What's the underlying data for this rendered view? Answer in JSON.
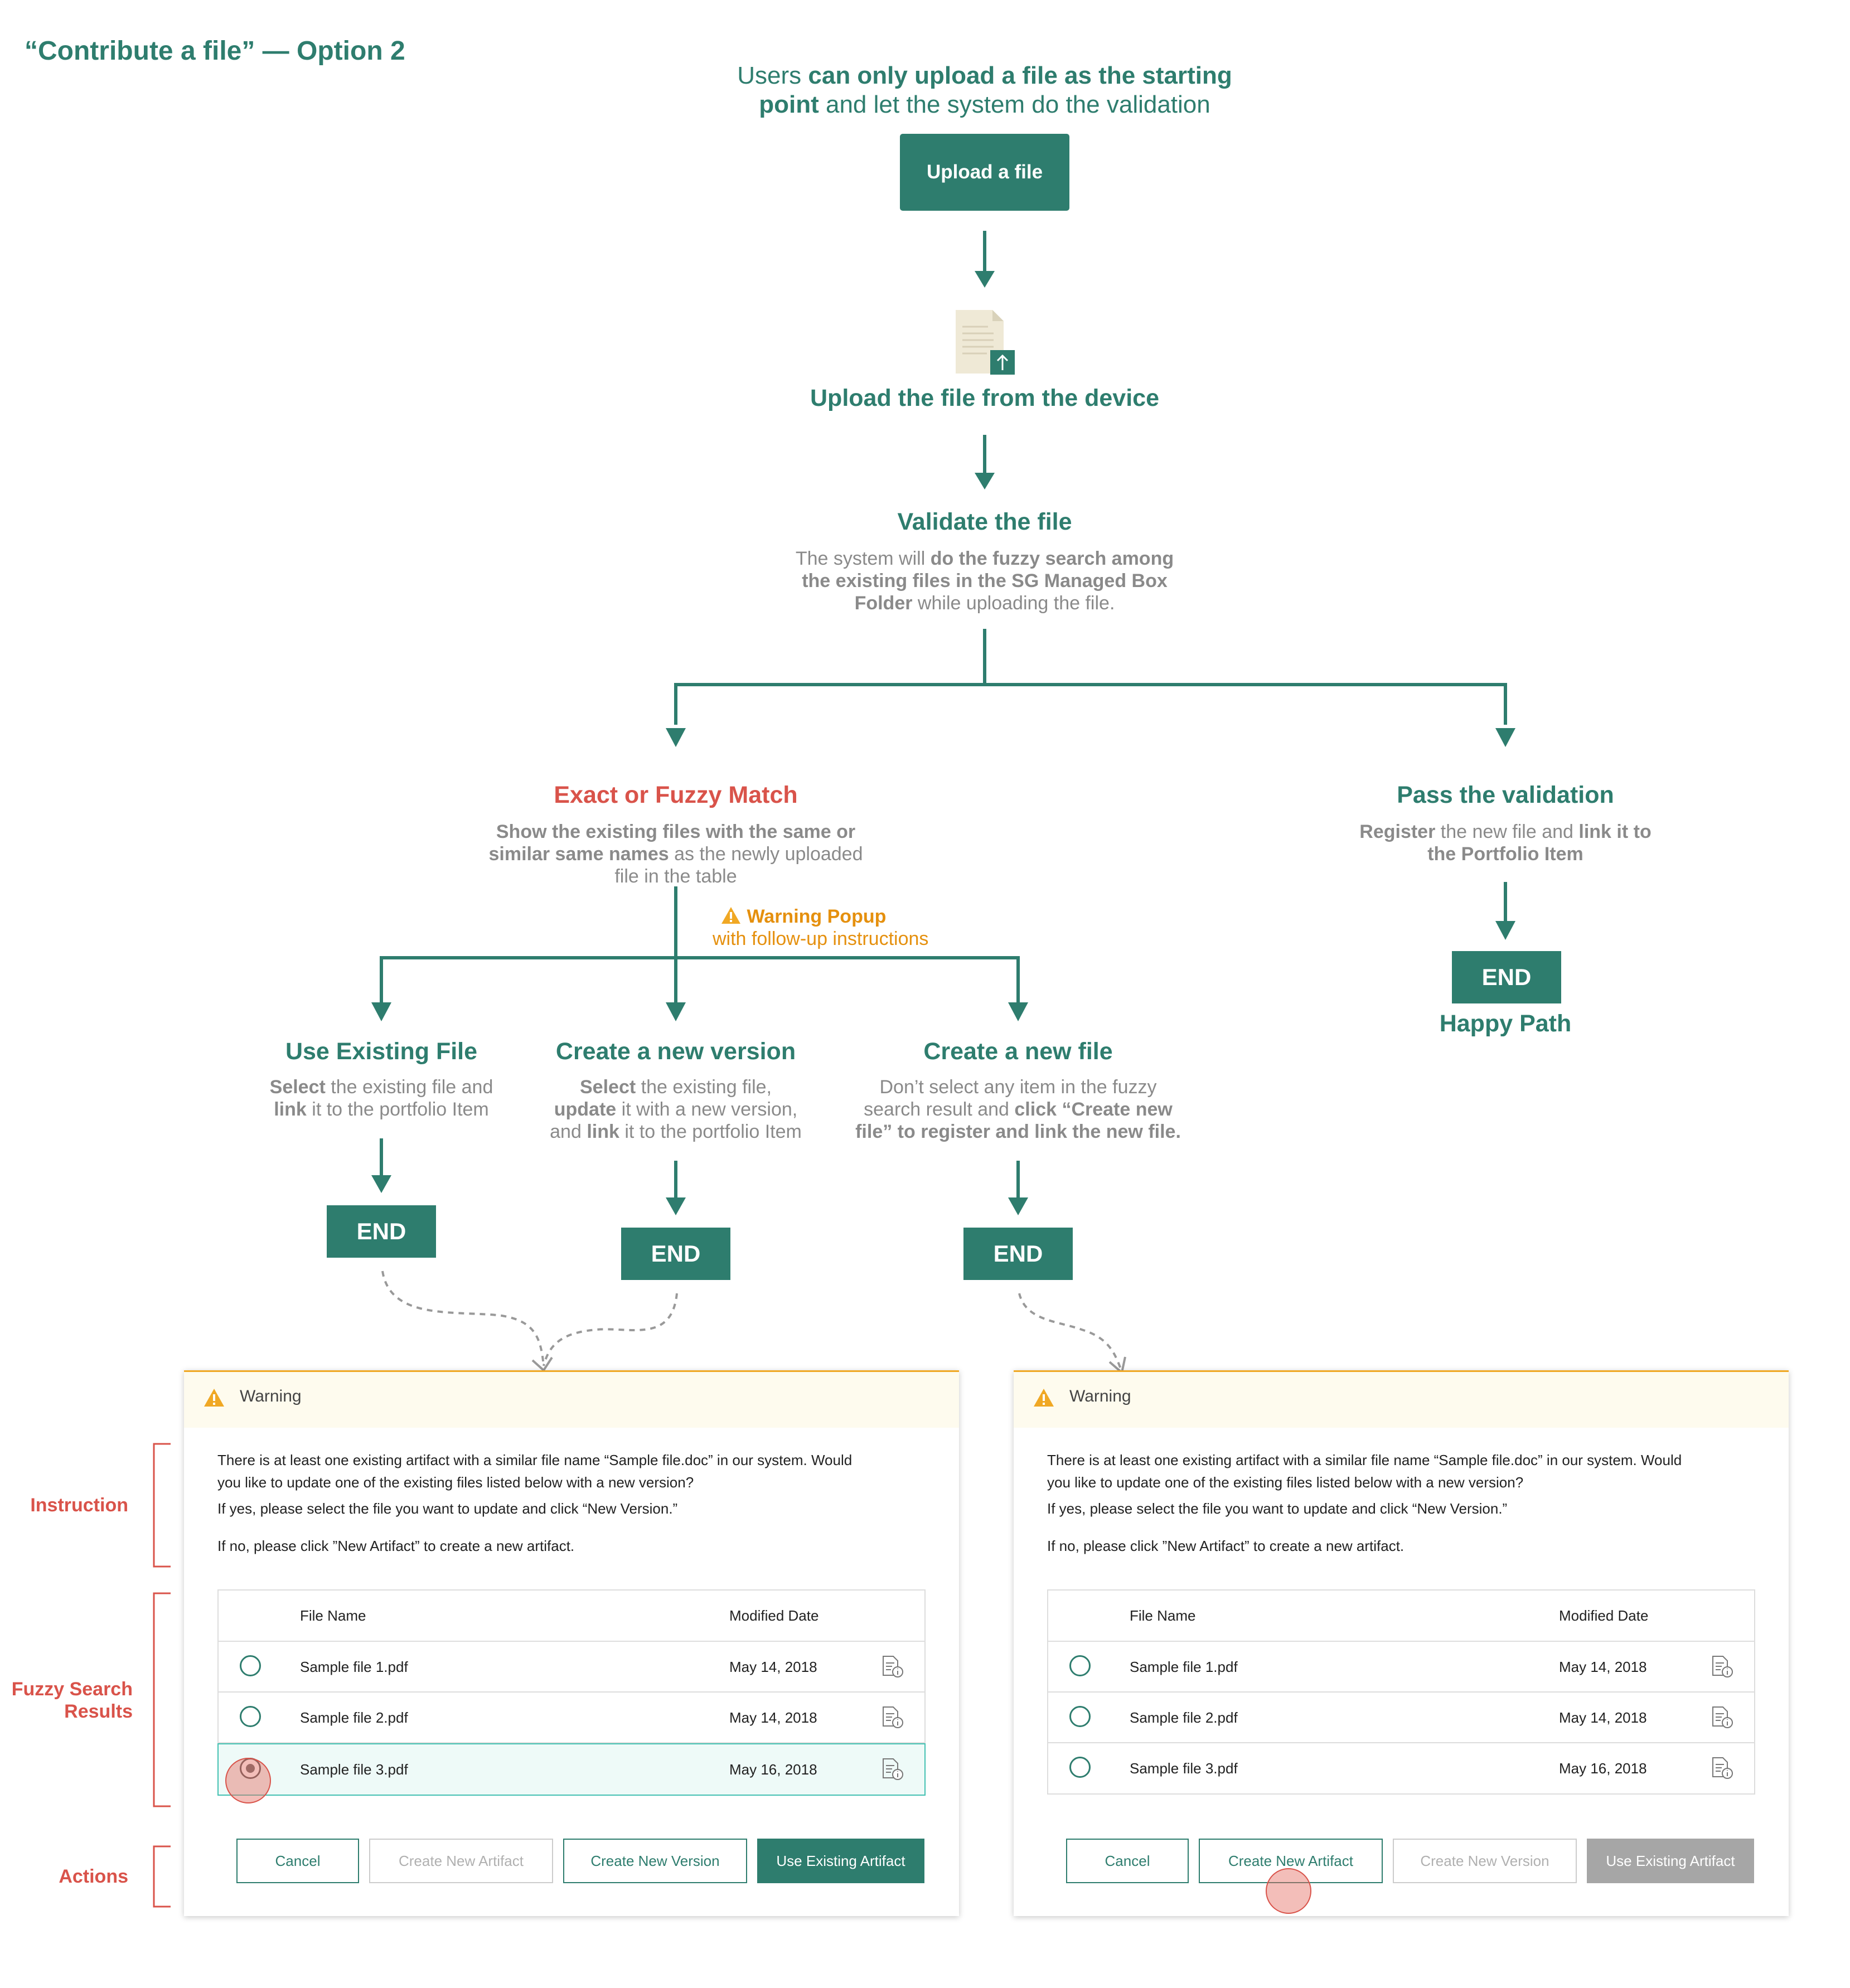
{
  "page_title": "“Contribute a file” — Option 2",
  "intro": {
    "line1_pre": "Users ",
    "line1_bold": "can only upload a file as the starting",
    "line2_bold": "point",
    "line2_post": " and let the system do the validation"
  },
  "upload_button": "Upload a file",
  "step_upload_device": "Upload the file from the device",
  "validate": {
    "title": "Validate the file",
    "d1": "The system will ",
    "d1b": "do the fuzzy search among",
    "d2b": "the existing files in the SG Managed Box",
    "d3b": "Folder",
    "d3": " while uploading the file."
  },
  "match": {
    "title": "Exact or Fuzzy Match",
    "d1b": "Show the existing files with the same or",
    "d2b": "similar same names",
    "d2": " as the newly uploaded",
    "d3": "file in the table"
  },
  "warning_popup": {
    "title": "Warning Popup",
    "subtitle": "with follow-up instructions"
  },
  "pass": {
    "title": "Pass the validation",
    "d1b_a": "Register",
    "d1": " the new file and ",
    "d1b_b": "link it to",
    "d2b": "the Portfolio Item"
  },
  "end_label": "END",
  "happy_path": "Happy Path",
  "use_existing": {
    "title": "Use Existing File",
    "d1b": "Select",
    "d1": " the existing file and",
    "d2b": "link",
    "d2": " it to the portfolio Item"
  },
  "new_version": {
    "title": "Create a new version",
    "d1b": "Select",
    "d1": " the existing file,",
    "d2b": "update",
    "d2": " it with a new version,",
    "d3a": "and ",
    "d3b": "link",
    "d3": " it to the portfolio Item"
  },
  "new_file": {
    "title": "Create a new file",
    "d1": "Don’t select any item in the fuzzy",
    "d2": "search result and ",
    "d2b": "click “Create new",
    "d3b": "file” to register and link the new file."
  },
  "side_labels": {
    "instruction": "Instruction",
    "fuzzy_1": "Fuzzy Search",
    "fuzzy_2": "Results",
    "actions": "Actions"
  },
  "dialog": {
    "title": "Warning",
    "para1a": "There is at least one existing artifact with a similar file name “Sample file.doc” in our system. Would",
    "para1b": "you like to update one of the existing files listed below with a new version?",
    "para2": "If yes, please select the file you want to update and click “New Version.”",
    "para3": "If no, please click ”New Artifact” to create a new artifact.",
    "col_name": "File Name",
    "col_date": "Modified Date",
    "rows": [
      {
        "name": "Sample file 1.pdf",
        "date": "May 14, 2018"
      },
      {
        "name": "Sample file 2.pdf",
        "date": "May 14, 2018"
      },
      {
        "name": "Sample file 3.pdf",
        "date": "May 16, 2018"
      }
    ],
    "btn_cancel": "Cancel",
    "btn_new_artifact": "Create New Artifact",
    "btn_new_version": "Create New Version",
    "btn_use_existing": "Use Existing Artifact"
  },
  "colors": {
    "teal": "#2e7d6e",
    "red": "#d9534a",
    "orange": "#e5900e",
    "gray_text": "#8a8a8a"
  }
}
